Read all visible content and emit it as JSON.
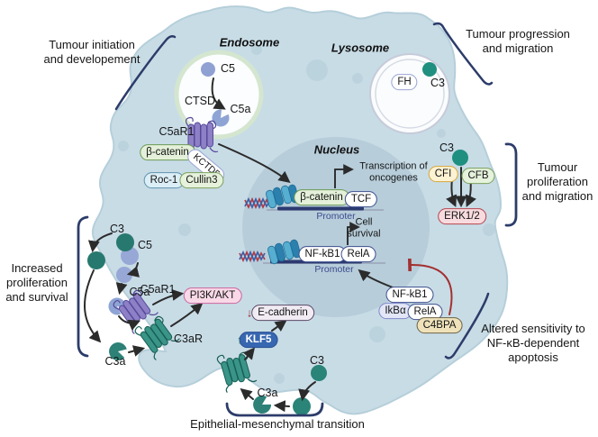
{
  "figure": {
    "annotations": {
      "top_left": "Tumour initiation and developement",
      "top_right": "Tumour progression and migration",
      "right": "Tumour proliferation and migration",
      "left": "Increased proliferation and survival",
      "bottom_right": "Altered sensitivity to NF-κB-dependent apoptosis",
      "bottom": "Epithelial-mesenchymal transition"
    },
    "organelles": {
      "endosome": "Endosome",
      "lysosome": "Lysosome",
      "nucleus": "Nucleus"
    },
    "labels": {
      "c3": "C3",
      "c5": "C5",
      "c3a": "C3a",
      "c5a": "C5a",
      "ctsd": "CTSD",
      "c5ar1": "C5aR1",
      "c3ar": "C3aR",
      "beta_catenin": "β-catenin",
      "kctd5": "KCTD5",
      "roc1": "Roc-1",
      "cullin3": "Cullin3",
      "fh": "FH",
      "tcf": "TCF",
      "promoter": "Promoter",
      "transcription_of_oncogenes": "Transcription of oncogenes",
      "cell_survival": "Cell survival",
      "nfkb1": "NF-kB1",
      "rela": "RelA",
      "ikba": "IkBα",
      "c4bpa": "C4BPA",
      "cfi": "CFI",
      "cfb": "CFB",
      "erk12": "ERK1/2",
      "pi3k_akt": "PI3K/AKT",
      "e_cadherin": "E-cadherin",
      "klf5": "KLF5",
      "decrease_arrow": "↓",
      "increase_arrow": "↑"
    },
    "colors": {
      "cell": "#c8dce6",
      "nucleus": "#b7cdda",
      "vesicle_bubble": "#b9d1dc",
      "endosome_ring": "#d4e6cf",
      "lysosome_ring": "#c6cbd9",
      "teal_protein": "#23897c",
      "lavender_protein": "#97a7d6",
      "receptor_purple": "#8e80c6",
      "receptor_teal": "#3a9488",
      "dna_red": "#b03a45",
      "dna_blue": "#3a5fa8",
      "nucleosome_light": "#56aed1",
      "nucleosome_dark": "#2b80ae",
      "promoter_bar": "#2b3a70",
      "arrow": "#2b2b2b",
      "inhibition_red": "#a33030",
      "bracket_navy": "#2c3c6a",
      "increase_green": "#3f8f3a",
      "decrease_red": "#a22f2f"
    }
  }
}
